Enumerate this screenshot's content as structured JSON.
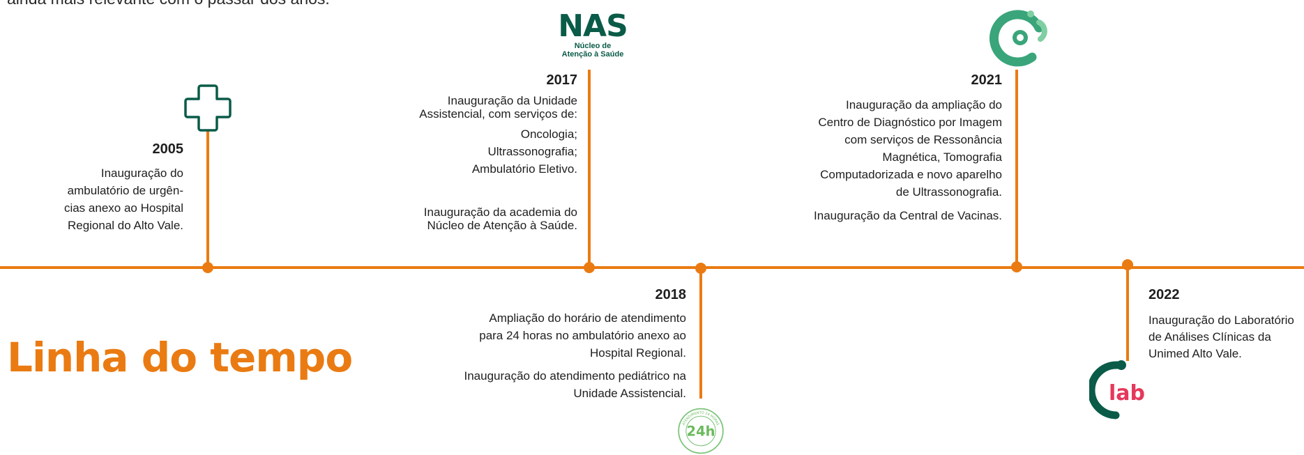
{
  "intro_text": "ainda mais relevante com o passar dos anos.",
  "title": "Linha do tempo",
  "colors": {
    "accent": "#ea7b12",
    "brand_dark": "#0a5b48",
    "brand_green": "#3aa57a",
    "lab_pink": "#e5385b"
  },
  "nas_logo": {
    "main": "NAS",
    "sub1": "Núcleo de",
    "sub2": "Atenção à Saúde"
  },
  "lab_logo": {
    "text": "lab",
    "icon": "lab-logo-icon"
  },
  "badge_24h": {
    "text": "24h",
    "ring_text": "ATENDIMENTO 24 HORAS",
    "icon": "24h-badge-icon"
  },
  "events": {
    "e2005": {
      "year": "2005",
      "lines": [
        "Inauguração do",
        "ambulatório de urgên-",
        "cias anexo ao Hospital",
        "Regional do Alto Vale."
      ],
      "icon": "medical-cross-icon"
    },
    "e2017": {
      "year": "2017",
      "p1": [
        "Inauguração da Unidade",
        "Assistencial, com serviços de:"
      ],
      "items": [
        "Oncologia;",
        "Ultrassonografia;",
        "Ambulatório Eletivo."
      ],
      "p2": [
        "Inauguração da academia do",
        "Núcleo de Atenção à Saúde."
      ]
    },
    "e2018": {
      "year": "2018",
      "p1": [
        "Ampliação do horário de atendimento",
        "para 24 horas no ambulatório anexo ao",
        "Hospital Regional."
      ],
      "p2": [
        "Inauguração do atendimento pediátrico na",
        "Unidade Assistencial."
      ]
    },
    "e2021": {
      "year": "2021",
      "p1": [
        "Inauguração da ampliação do",
        "Centro de Diagnóstico por Imagem",
        "com serviços de Ressonância",
        "Magnética, Tomografia",
        "Computadorizada e novo aparelho",
        "de Ultrassonografia."
      ],
      "p2": [
        "Inauguração da Central de Vacinas."
      ],
      "icon": "diagnostic-center-logo-icon"
    },
    "e2022": {
      "year": "2022",
      "p1": [
        "Inauguração do Laboratório",
        "de Análises Clínicas da",
        "Unimed Alto Vale."
      ]
    }
  }
}
